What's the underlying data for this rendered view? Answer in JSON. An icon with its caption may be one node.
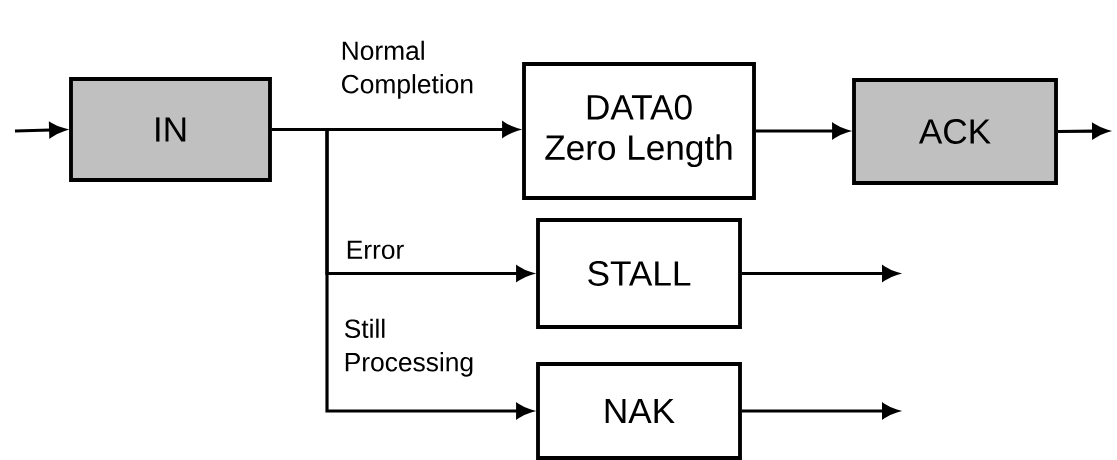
{
  "diagram": {
    "nodes": [
      {
        "text": [
          "IN"
        ]
      },
      {
        "text": [
          "DATA0",
          "Zero Length"
        ]
      },
      {
        "text": [
          "ACK"
        ]
      },
      {
        "text": [
          "STALL"
        ]
      },
      {
        "text": [
          "NAK"
        ]
      }
    ],
    "edges": [
      {
        "from": null,
        "to": 0,
        "arrow": "to"
      },
      {
        "from": 0,
        "to": 1,
        "arrow": "to",
        "label": "Normal Completion"
      },
      {
        "from": 0,
        "to": 3,
        "arrow": "to",
        "label": "Error"
      },
      {
        "from": 0,
        "to": 4,
        "arrow": "to",
        "label": "Still Processing"
      },
      {
        "from": 1,
        "to": 2,
        "arrow": "to"
      },
      {
        "from": 2,
        "to": null,
        "arrow": "to"
      },
      {
        "from": 3,
        "to": null,
        "arrow": "to"
      },
      {
        "from": 4,
        "to": null,
        "arrow": "to"
      }
    ]
  }
}
